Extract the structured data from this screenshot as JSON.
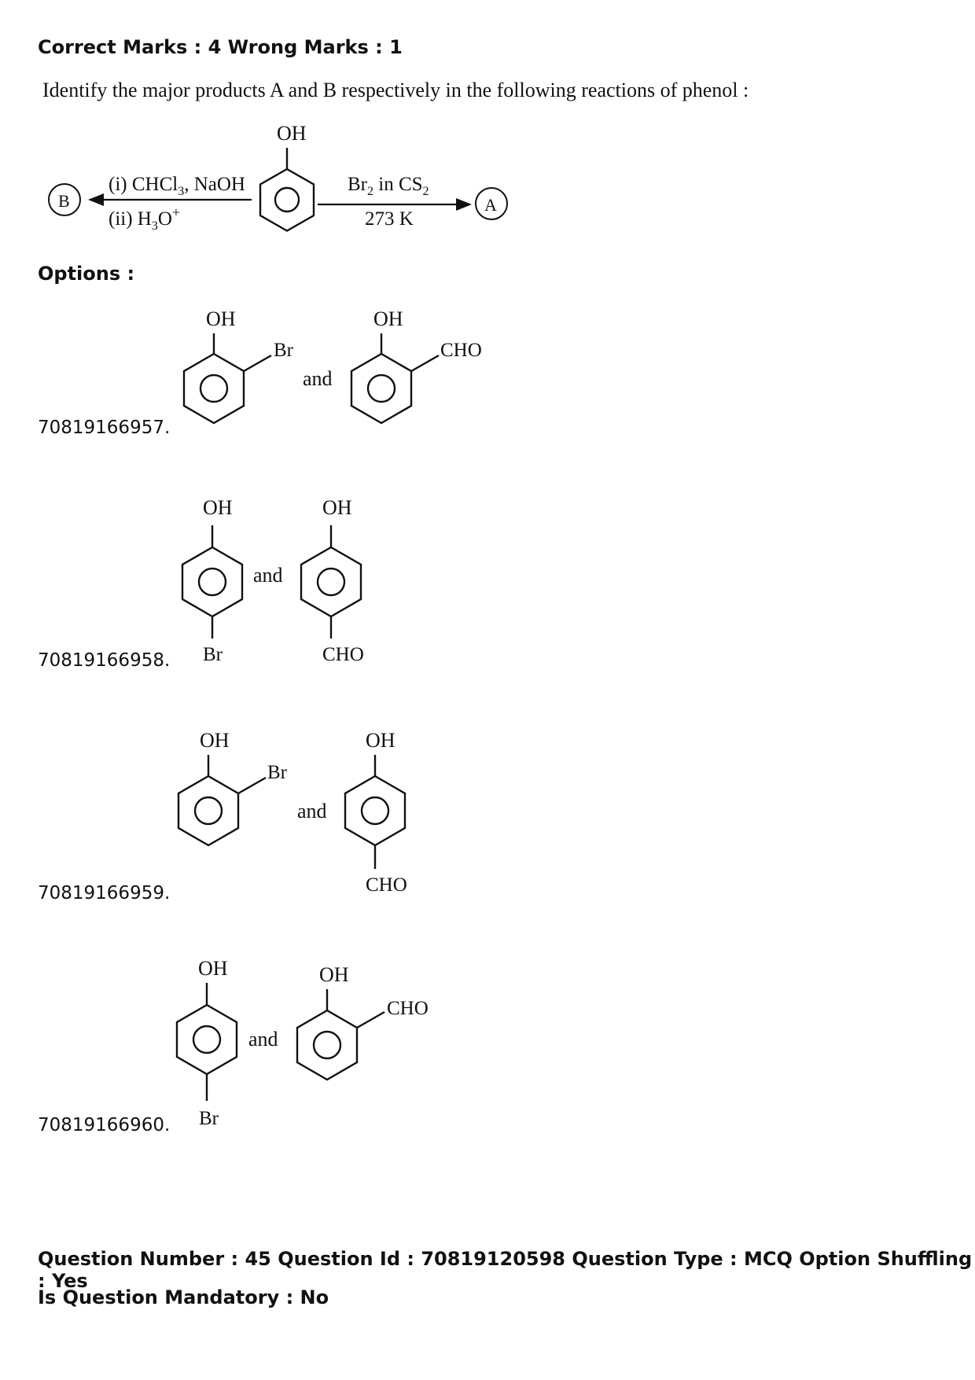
{
  "header": {
    "marks_line": "Correct Marks : 4 Wrong Marks : 1"
  },
  "question": {
    "text": "Identify the major products A and B respectively in the following reactions of phenol :",
    "scheme": {
      "oh": "OH",
      "left_reagent_1_a": "(i)  CHCl",
      "left_reagent_1_sub": "3",
      "left_reagent_1_b": ", NaOH",
      "left_reagent_2_a": "(ii) H",
      "left_reagent_2_sub": "3",
      "left_reagent_2_b": "O",
      "left_reagent_2_sup": "+",
      "right_reagent_1_a": "Br",
      "right_reagent_1_sub": "2",
      "right_reagent_1_b": " in CS",
      "right_reagent_1_sub2": "2",
      "right_reagent_2": "273 K",
      "product_b": "B",
      "product_a": "A"
    }
  },
  "options_label": "Options :",
  "options": [
    {
      "id": "70819166957.",
      "oh1": "OH",
      "sub1": "Br",
      "and": "and",
      "oh2": "OH",
      "sub2": "CHO"
    },
    {
      "id": "70819166958.",
      "oh1": "OH",
      "sub1": "Br",
      "and": "and",
      "oh2": "OH",
      "sub2": "CHO"
    },
    {
      "id": "70819166959.",
      "oh1": "OH",
      "sub1": "Br",
      "and": "and",
      "oh2": "OH",
      "sub2": "CHO"
    },
    {
      "id": "70819166960.",
      "oh1": "OH",
      "sub1": "Br",
      "and": "and",
      "oh2": "OH",
      "sub2": "CHO"
    }
  ],
  "footer": {
    "line1": "Question Number : 45 Question Id : 70819120598 Question Type : MCQ Option Shuffling : Yes",
    "line2": "Is Question Mandatory : No"
  }
}
